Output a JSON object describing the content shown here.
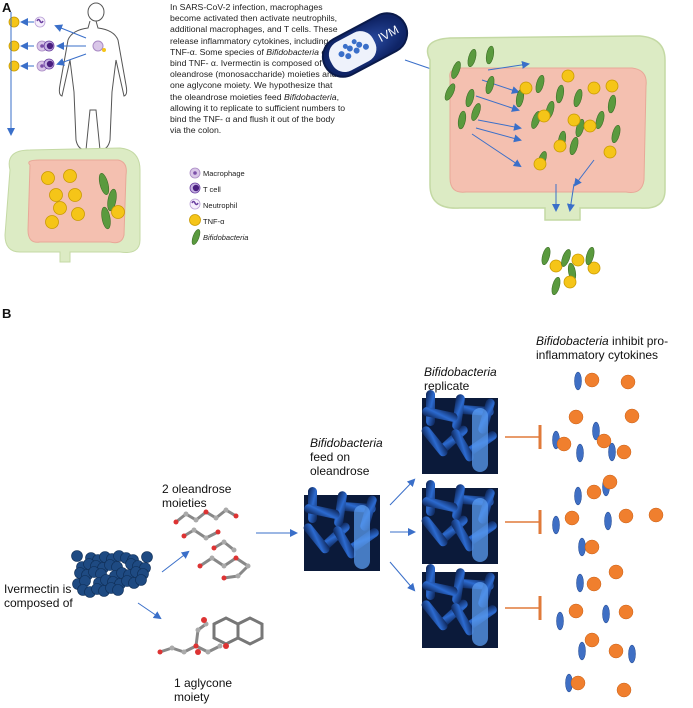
{
  "panels": {
    "a": "A",
    "b": "B"
  },
  "description": {
    "segments": [
      {
        "t": "In SARS-CoV-2 infection, macrophages become activated then activate neutrophils, additional macrophages, and T cells.  These release inflammatory cytokines, including TNF-α.  Some species of ",
        "i": false
      },
      {
        "t": "Bifidobacteria",
        "i": true
      },
      {
        "t": " can bind TNF- α. Ivermectin is composed of two oleandrose (monosaccharide) moieties and one aglycone moiety.  We hypothesize that the oleandrose moieties feed ",
        "i": false
      },
      {
        "t": "Bifidobacteria",
        "i": true
      },
      {
        "t": ", allowing it to replicate to sufficient numbers to bind the TNF- α and flush it out of the body via the colon.",
        "i": false
      }
    ]
  },
  "legend": [
    {
      "label": "Macrophage",
      "icon": "macrophage-icon",
      "italic": false
    },
    {
      "label": "T cell",
      "icon": "t-cell-icon",
      "italic": false
    },
    {
      "label": "Neutrophil",
      "icon": "neutrophil-icon",
      "italic": false
    },
    {
      "label": "TNF-α",
      "icon": "tnf-alpha-icon",
      "italic": false
    },
    {
      "label": "Bifidobacteria",
      "icon": "bifidobacteria-icon",
      "italic": true
    }
  ],
  "capsule_label": "IVM",
  "panel_b": {
    "ivermectin": "Ivermectin is composed of",
    "oleandrose": "2 oleandrose moieties",
    "aglycone": "1 aglycone moiety",
    "feed_italic": "Bifidobacteria",
    "feed_rest": "feed on oleandrose",
    "replicate_italic": "Bifidobacteria",
    "replicate_rest": "replicate",
    "inhibit_italic": "Bifidobacteria",
    "inhibit_rest": " inhibit pro-inflammatory cytokines"
  },
  "colors": {
    "tnf": "#f5c518",
    "tnf_b": "#f07f2e",
    "bacteria": "#5a9a3e",
    "bacteria_b": "#3f6fc4",
    "arrow": "#3a6fc9",
    "inhibit": "#e07a3a",
    "colon": "#c9dca8",
    "intestine": "#f4b8a8"
  }
}
